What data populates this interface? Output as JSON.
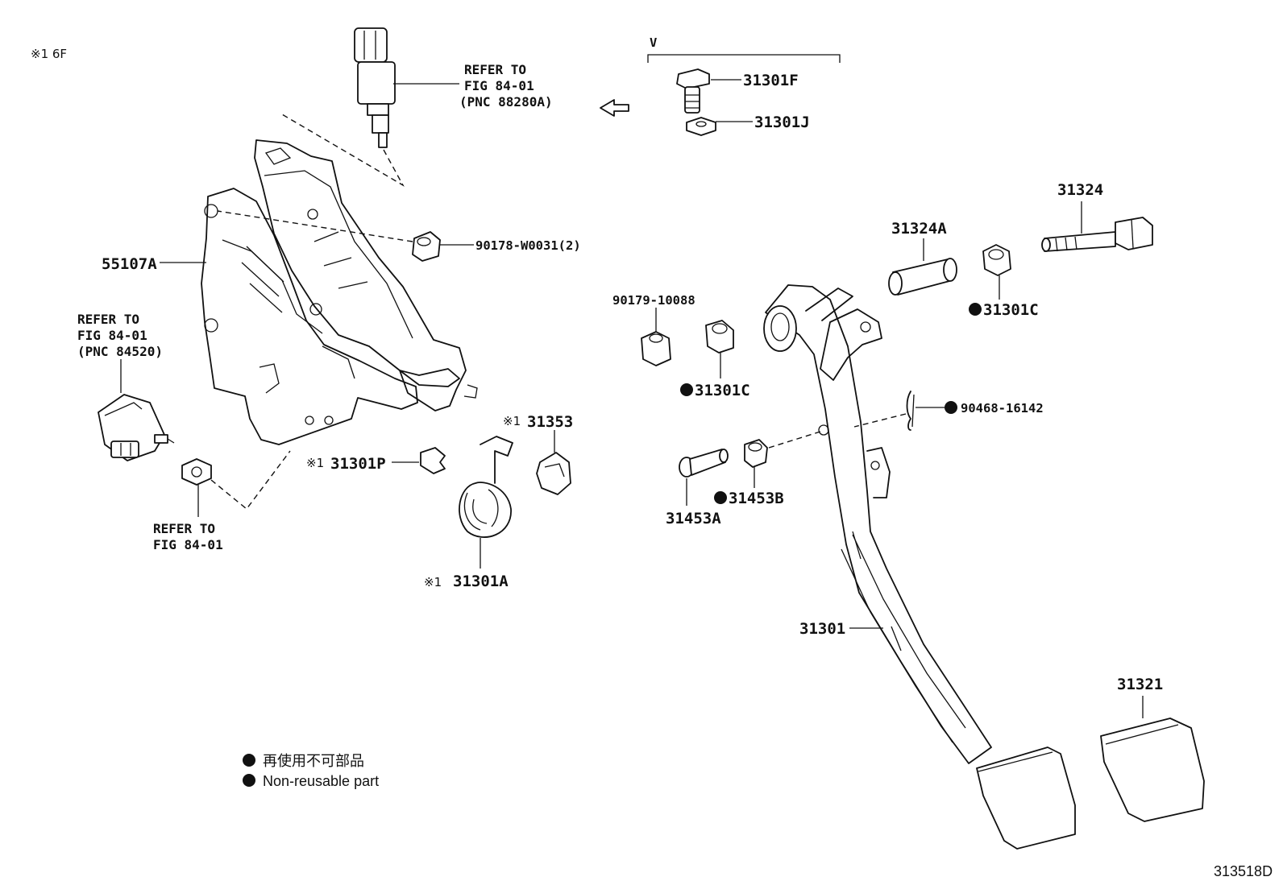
{
  "corner": {
    "note": "※1 6F",
    "figure_id": "313518D"
  },
  "bracket_group": {
    "caption": "V"
  },
  "refs": {
    "stop_switch": [
      "REFER TO",
      "FIG 84-01",
      "(PNC 88280A)"
    ],
    "clutch_switch": [
      "REFER TO",
      "FIG 84-01",
      "(PNC 84520)"
    ],
    "nut": [
      "REFER TO",
      "FIG 84-01"
    ]
  },
  "parts": {
    "p31301F": "31301F",
    "p31301J": "31301J",
    "p90178": "90178-W0031(2)",
    "p55107A": "55107A",
    "p31324": "31324",
    "p31324A": "31324A",
    "p31301C_right": "31301C",
    "p90179": "90179-10088",
    "p31301C_left": "31301C",
    "p90468": "90468-16142",
    "p31353_mark": "※1",
    "p31353": "31353",
    "p31301P_mark": "※1",
    "p31301P": "31301P",
    "p31453A": "31453A",
    "p31453B": "31453B",
    "p31301A_mark": "※1",
    "p31301A": "31301A",
    "p31301": "31301",
    "p31321": "31321"
  },
  "legend": {
    "jp": "再使用不可部品",
    "en": "Non-reusable part"
  }
}
